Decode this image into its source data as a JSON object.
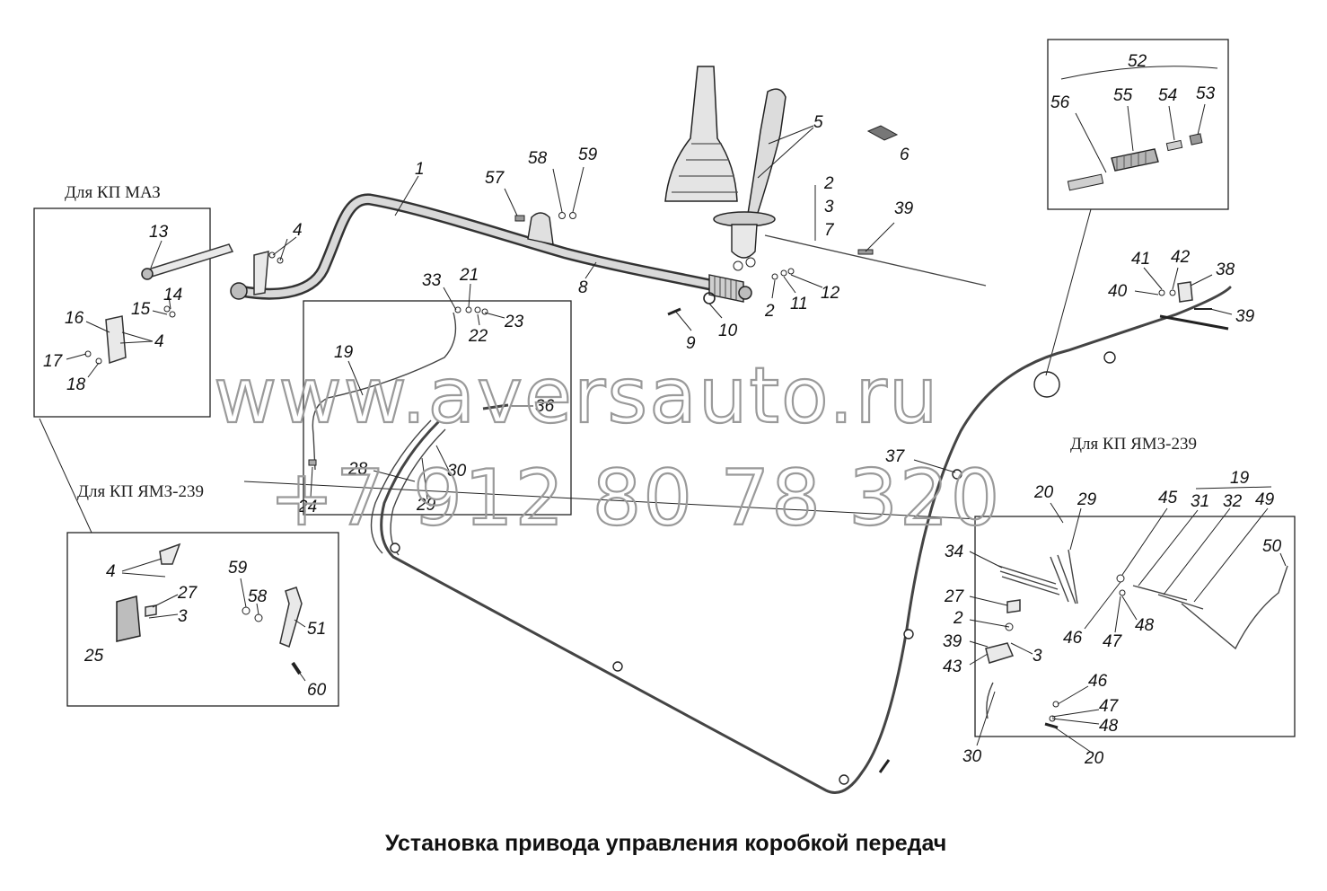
{
  "caption": "Установка привода управления коробкой передач",
  "watermark": {
    "url": "www.aversauto.ru",
    "phone": "+7 912 80 78 320"
  },
  "sections": {
    "maz": "Для КП МАЗ",
    "yamz_left": "Для КП ЯМЗ-239",
    "yamz_right": "Для КП ЯМЗ-239"
  },
  "callouts": {
    "c1": "1",
    "c4_top": "4",
    "c57": "57",
    "c58_top": "58",
    "c59_top": "59",
    "c5": "5",
    "c6": "6",
    "c2_top": "2",
    "c3_top": "3",
    "c7": "7",
    "c39_top": "39",
    "c8": "8",
    "c9": "9",
    "c10": "10",
    "c2_mid": "2",
    "c11": "11",
    "c12": "12",
    "c33": "33",
    "c21": "21",
    "c23": "23",
    "c22": "22",
    "c19_mid": "19",
    "c36": "36",
    "c28": "28",
    "c30_mid": "30",
    "c29_mid": "29",
    "c24": "24",
    "c13": "13",
    "c14": "14",
    "c15": "15",
    "c16": "16",
    "c4_maz": "4",
    "c17": "17",
    "c18": "18",
    "c4_yamz": "4",
    "c27_left": "27",
    "c3_left": "3",
    "c25": "25",
    "c59_left": "59",
    "c58_left": "58",
    "c51": "51",
    "c60": "60",
    "c52": "52",
    "c56": "56",
    "c55": "55",
    "c54": "54",
    "c53": "53",
    "c41": "41",
    "c42": "42",
    "c38": "38",
    "c40": "40",
    "c39_right": "39",
    "c37": "37",
    "c20_top": "20",
    "c29_right": "29",
    "c19_right": "19",
    "c45": "45",
    "c31": "31",
    "c32": "32",
    "c49": "49",
    "c50": "50",
    "c34": "34",
    "c27_right": "27",
    "c2_right": "2",
    "c39_low": "39",
    "c43": "43",
    "c3_right": "3",
    "c46_top": "46",
    "c47_top": "47",
    "c48_top": "48",
    "c46_bot": "46",
    "c47_bot": "47",
    "c48_bot": "48",
    "c30_bot": "30",
    "c20_bot": "20"
  }
}
